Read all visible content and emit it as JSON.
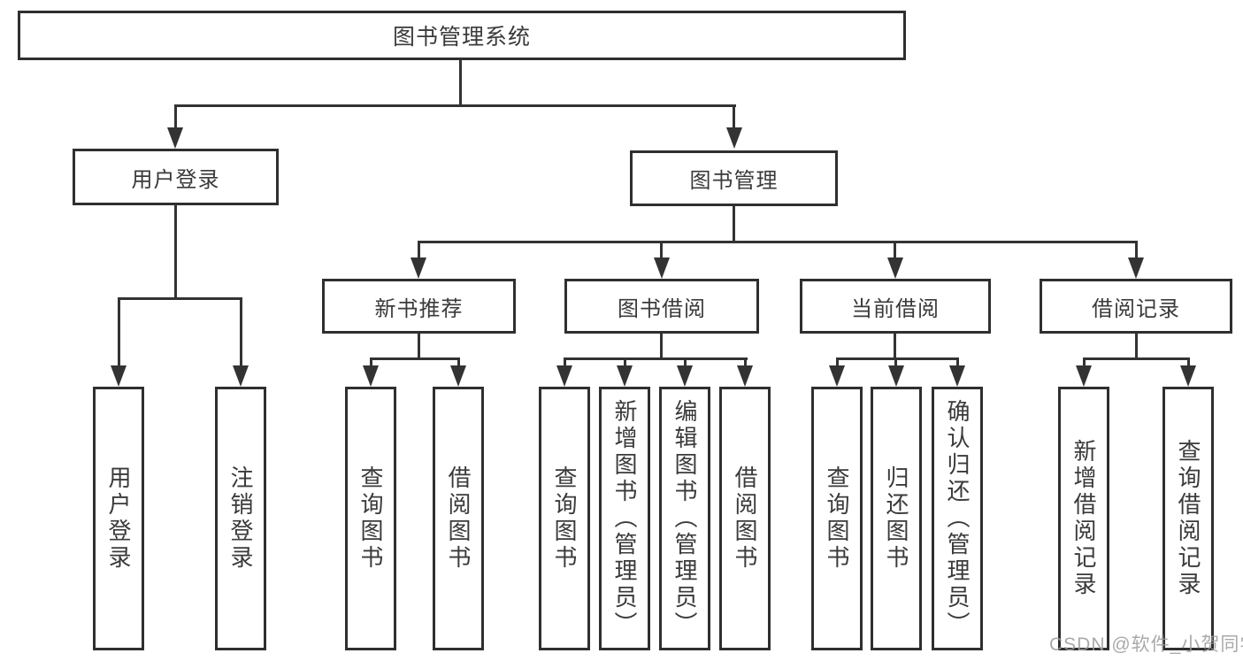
{
  "diagram_type": "hierarchy-tree",
  "root": {
    "label": "图书管理系统",
    "children": [
      {
        "label": "用户登录",
        "children": [
          {
            "label": "用户登录"
          },
          {
            "label": "注销登录"
          }
        ]
      },
      {
        "label": "图书管理",
        "children": [
          {
            "label": "新书推荐",
            "children": [
              {
                "label": "查询图书"
              },
              {
                "label": "借阅图书"
              }
            ]
          },
          {
            "label": "图书借阅",
            "children": [
              {
                "label": "查询图书"
              },
              {
                "label": "新增图书（管理员）"
              },
              {
                "label": "编辑图书（管理员）"
              },
              {
                "label": "借阅图书"
              }
            ]
          },
          {
            "label": "当前借阅",
            "children": [
              {
                "label": "查询图书"
              },
              {
                "label": "归还图书"
              },
              {
                "label": "确认归还（管理员）"
              }
            ]
          },
          {
            "label": "借阅记录",
            "children": [
              {
                "label": "新增借阅记录"
              },
              {
                "label": "查询借阅记录"
              }
            ]
          }
        ]
      }
    ]
  },
  "watermark": {
    "text": "CSDN @软件_小贺同学"
  },
  "colors": {
    "line": "#333333",
    "border": "#2f2f2f",
    "text": "#3a3a3a",
    "background": "#ffffff",
    "watermark": "#9b9b9b"
  }
}
